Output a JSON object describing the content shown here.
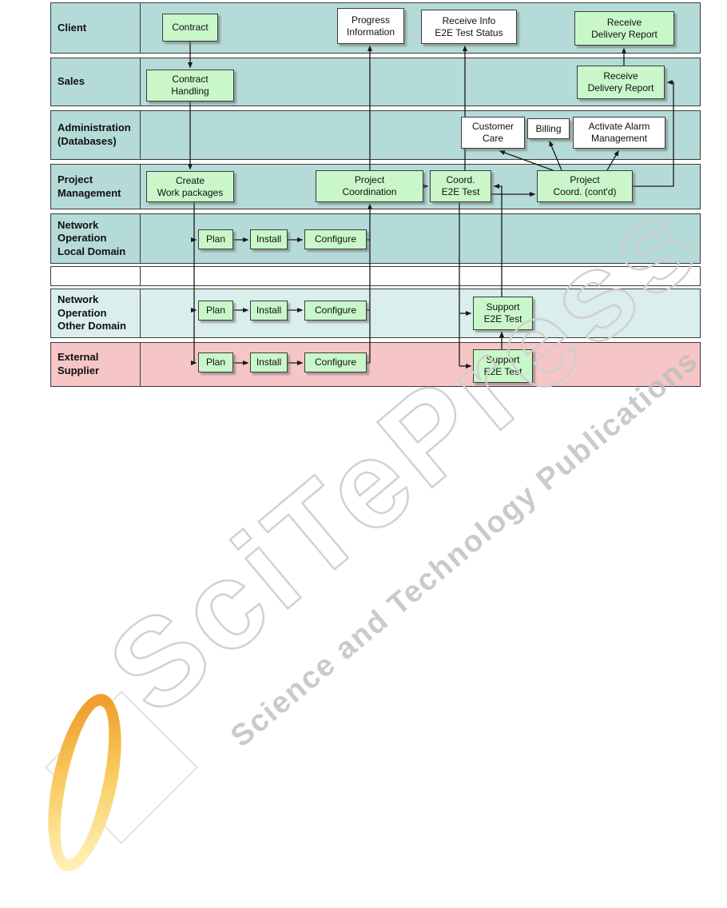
{
  "watermark": {
    "title": "SciTePress",
    "subtitle": "Science and Technology Publications"
  },
  "lanes": [
    {
      "label": "Client"
    },
    {
      "label": "Sales"
    },
    {
      "label": "Administration\n(Databases)"
    },
    {
      "label": "Project\nManagement"
    },
    {
      "label": "Network\nOperation\nLocal Domain"
    },
    {
      "label": ""
    },
    {
      "label": "Network\nOperation\nOther Domain"
    },
    {
      "label": "External\nSupplier"
    }
  ],
  "boxes": {
    "contract": "Contract",
    "progress_information": "Progress\nInformation",
    "receive_info_e2e": "Receive Info\nE2E Test Status",
    "receive_delivery_client": "Receive\nDelivery Report",
    "contract_handling": "Contract\nHandling",
    "receive_delivery_sales": "Receive\nDelivery Report",
    "customer_care": "Customer\nCare",
    "billing": "Billing",
    "activate_alarm": "Activate Alarm\nManagement",
    "create_work_packages": "Create\nWork packages",
    "project_coordination": "Project\nCoordination",
    "coord_e2e_test": "Coord.\nE2E Test",
    "project_coord_contd": "Project\nCoord. (cont'd)",
    "plan_local": "Plan",
    "install_local": "Install",
    "configure_local": "Configure",
    "plan_other": "Plan",
    "install_other": "Install",
    "configure_other": "Configure",
    "support_e2e_other": "Support\nE2E Test",
    "plan_ext": "Plan",
    "install_ext": "Install",
    "configure_ext": "Configure",
    "support_e2e_ext": "Support\nE2E Test"
  },
  "colors": {
    "lane_teal": "#b5dbd8",
    "lane_light_teal": "#daeeec",
    "lane_pink": "#f6c5c5",
    "box_green": "#c9f7c9",
    "box_white": "#ffffff",
    "connector": "#1a1a1a",
    "watermark_gray": "#cfcfcf",
    "logo_orange": "#ef9f2e"
  }
}
